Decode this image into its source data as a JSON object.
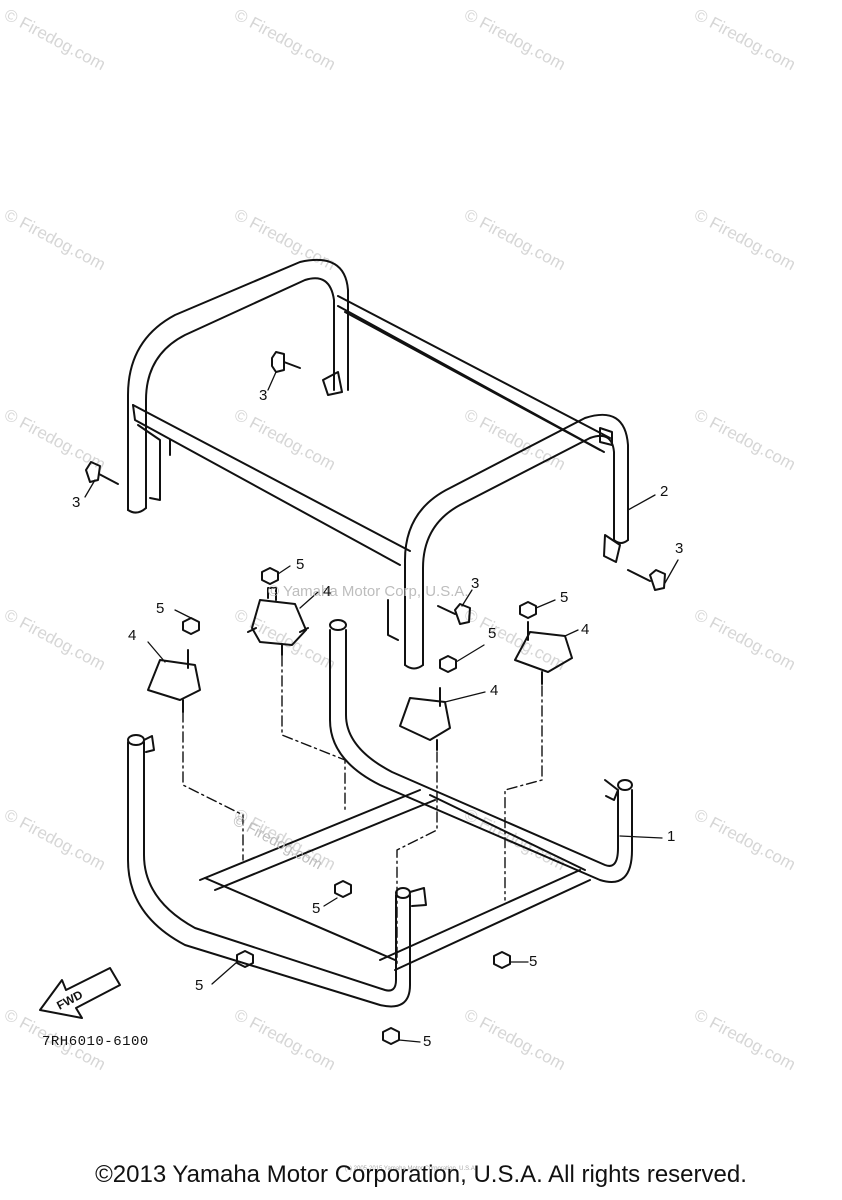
{
  "watermark": "© Firedog.com",
  "center_watermark_1": "© Yamaha Motor Corp, U.S.A.",
  "center_watermark_2": "© Firedog.com",
  "callouts": {
    "c1": "1",
    "c2": "2",
    "c3": "3",
    "c4": "4",
    "c5": "5"
  },
  "fwd_label": "FWD",
  "diagram_code": "7RH6010-6100",
  "tiny_note": "(c) 2005-2015 Yamaha Motor Corporation, U.S.A.",
  "copyright": "©2013 Yamaha Motor Corporation, U.S.A. All rights reserved."
}
